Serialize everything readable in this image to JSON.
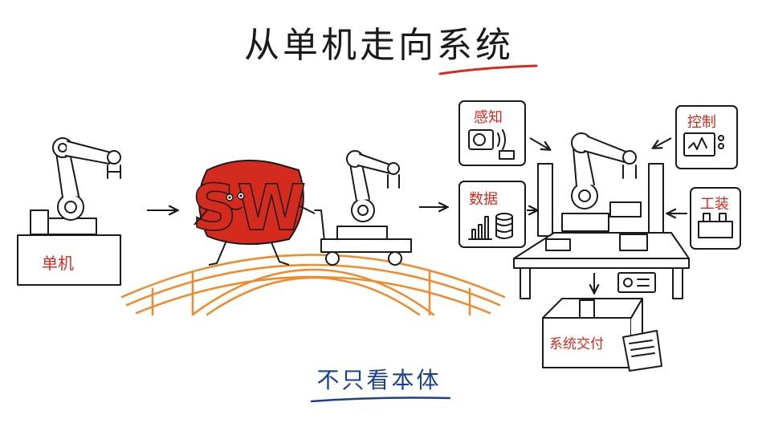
{
  "title": "从单机走向系统",
  "subtitle": "不只看本体",
  "logo_text": "SW",
  "labels": {
    "standalone": "单机",
    "perception": "感知",
    "data": "数据",
    "control": "控制",
    "fixture": "工装",
    "system_delivery": "系统交付"
  },
  "colors": {
    "accent_red": "#d52b1e",
    "bridge_orange": "#f08a2a",
    "subtitle_blue": "#1d3f8f",
    "ink": "#1a1a1a"
  },
  "icons": [
    "robot-arm-icon",
    "camera-icon",
    "chart-icon",
    "database-icon",
    "monitor-icon",
    "fixture-icon",
    "box-icon",
    "document-icon",
    "controller-icon",
    "arrow-right-icon"
  ]
}
